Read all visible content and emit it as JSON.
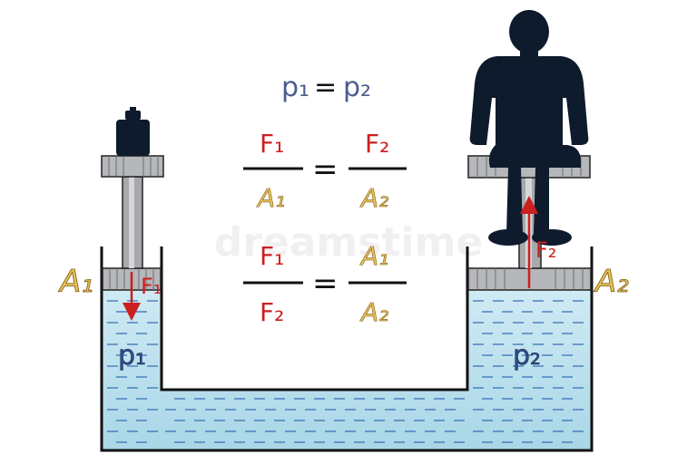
{
  "equations": {
    "pressure": {
      "left": "p₁",
      "eq": "=",
      "right": "p₂"
    },
    "force_area": {
      "f1": "F₁",
      "a1": "A₁",
      "eq": "=",
      "f2": "F₂",
      "a2": "A₂"
    },
    "ratio": {
      "f1": "F₁",
      "f2": "F₂",
      "eq": "=",
      "a1": "A₁",
      "a2": "A₂"
    }
  },
  "labels": {
    "area_left": "A₁",
    "area_right": "A₂",
    "force_left": "F₁",
    "force_right": "F₂",
    "pressure_left": "p₁",
    "pressure_right": "p₂"
  },
  "watermark": "dreamstime",
  "colors": {
    "force": "#cc1f1f",
    "area": "#e8c15a",
    "pressure": "#4a5e8c",
    "fluid": "#bfe3ef",
    "fluid_line": "#2f6cb0",
    "piston": "#a7a9ac",
    "figure": "#0e1b2d",
    "outline": "#111111"
  }
}
